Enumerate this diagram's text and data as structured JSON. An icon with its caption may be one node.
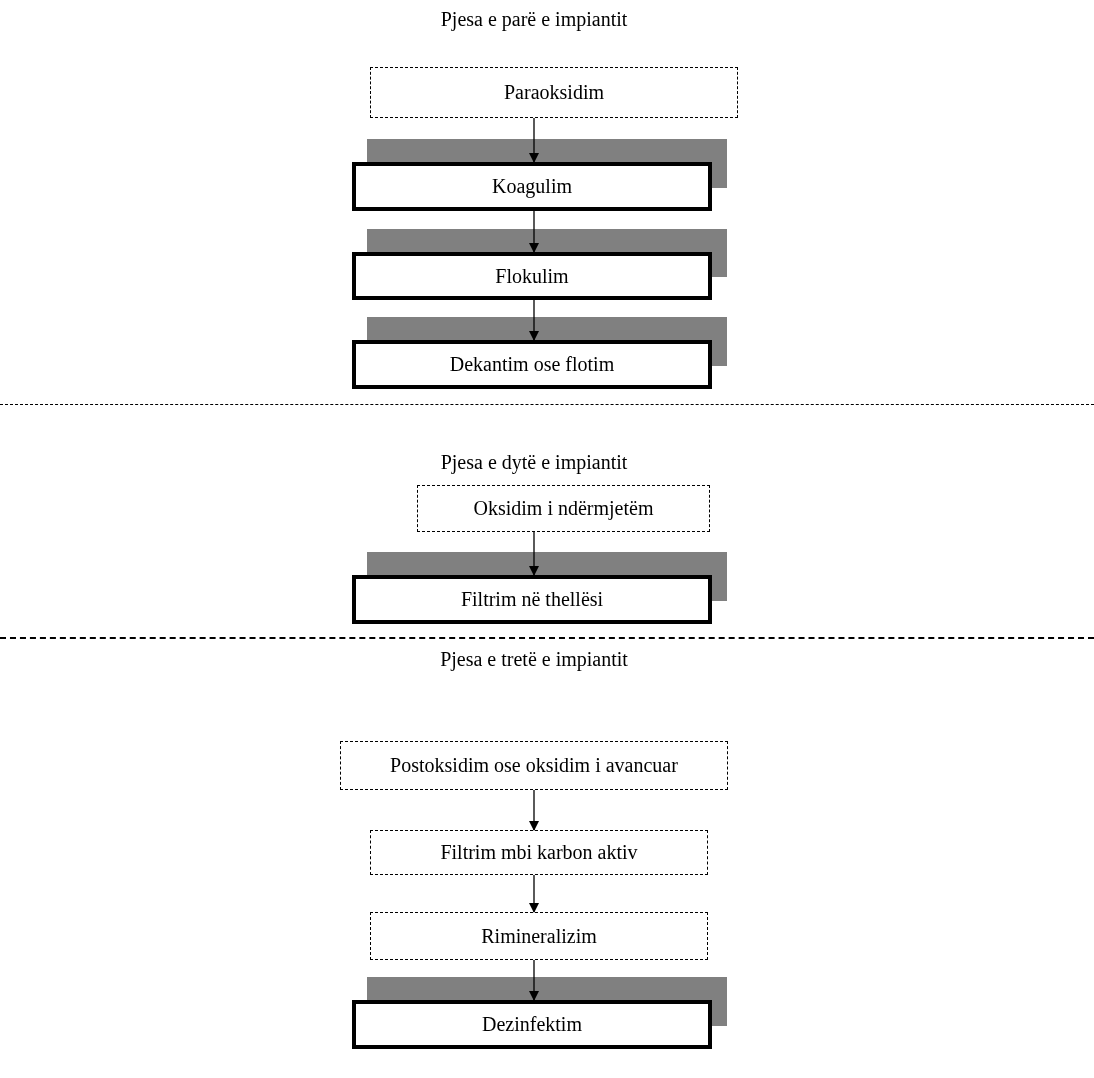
{
  "diagram": {
    "nodes": [
      {
        "text": [
          "Paraoksidim"
        ]
      },
      {
        "text": [
          "Koagulim"
        ]
      },
      {
        "text": [
          "Flokulim"
        ]
      },
      {
        "text": [
          "Dekantim ose flotim"
        ]
      },
      {
        "text": [
          "Oksidim i ndërmjetëm"
        ]
      },
      {
        "text": [
          "Filtrim në thellësi"
        ]
      },
      {
        "text": [
          "Postoksidim ose oksidim i avancuar"
        ]
      },
      {
        "text": [
          "Filtrim mbi karbon aktiv"
        ]
      },
      {
        "text": [
          "Rimineralizim"
        ]
      },
      {
        "text": [
          "Dezinfektim"
        ]
      }
    ],
    "edges": [
      {
        "from": 0,
        "to": 1,
        "arrow": "to"
      },
      {
        "from": 1,
        "to": 2,
        "arrow": "to"
      },
      {
        "from": 2,
        "to": 3,
        "arrow": "to"
      },
      {
        "from": 4,
        "to": 5,
        "arrow": "to"
      },
      {
        "from": 6,
        "to": 7,
        "arrow": "to"
      },
      {
        "from": 7,
        "to": 8,
        "arrow": "to"
      },
      {
        "from": 8,
        "to": 9,
        "arrow": "to"
      }
    ],
    "labels": [
      "Pjesa e parë e impiantit",
      "Pjesa e dytë e impiantit",
      "Pjesa e tretë e impiantit"
    ]
  }
}
